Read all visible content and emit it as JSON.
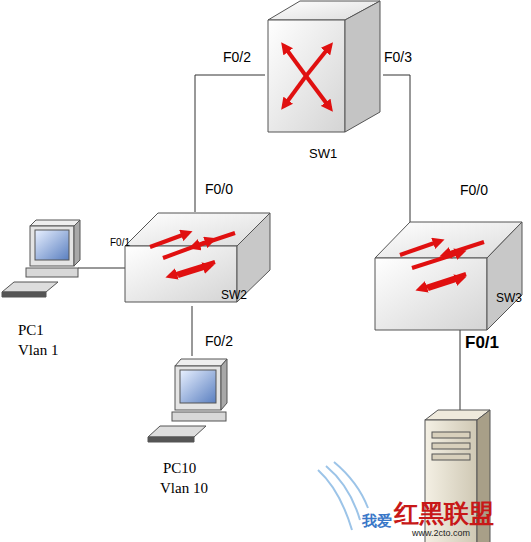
{
  "diagram": {
    "nodes": [
      {
        "text": [
          "SW1"
        ]
      },
      {
        "text": [
          "SW2"
        ]
      },
      {
        "text": [
          "SW3"
        ]
      },
      {
        "text": [
          "PC1",
          "Vlan 1"
        ]
      },
      {
        "text": [
          "PC10",
          "Vlan 10"
        ]
      }
    ],
    "edges": [
      {
        "from": 0,
        "to": 1,
        "arrow": "none"
      },
      {
        "from": 0,
        "to": 2,
        "arrow": "none"
      },
      {
        "from": 1,
        "to": 3,
        "arrow": "none"
      },
      {
        "from": 1,
        "to": 4,
        "arrow": "none"
      }
    ],
    "labels": [
      "F0/2",
      "F0/3",
      "F0/0",
      "F0/1",
      "F0/2",
      "F0/0",
      "F0/1",
      "我爱",
      "红黑联盟",
      "www.2cto.com"
    ]
  }
}
